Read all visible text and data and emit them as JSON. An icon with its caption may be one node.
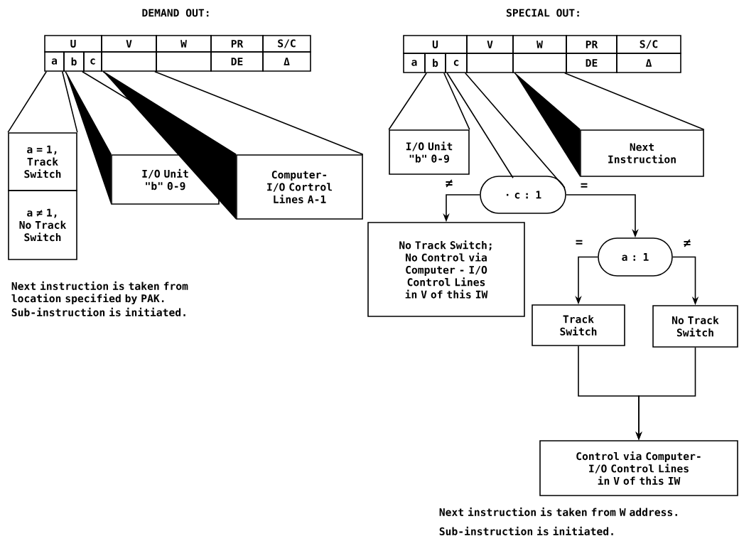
{
  "diagram": {
    "nodes": [
      {
        "text": [
          "U"
        ]
      },
      {
        "text": [
          "V"
        ]
      },
      {
        "text": [
          "W"
        ]
      },
      {
        "text": [
          "PR"
        ]
      },
      {
        "text": [
          "S/C"
        ]
      },
      {
        "text": [
          "a"
        ]
      },
      {
        "text": [
          "b"
        ]
      },
      {
        "text": [
          "c"
        ]
      },
      {
        "text": [],
        "shape": "box"
      },
      {
        "text": [],
        "shape": "box"
      },
      {
        "text": [
          "DE"
        ]
      },
      {
        "text": [
          "Δ"
        ]
      },
      {
        "text": [
          "a = 1, Track Switch"
        ]
      },
      {
        "text": [
          "a ≠ 1, No Track Switch"
        ]
      },
      {
        "text": [
          "I/O Unit \"b\" 0-9"
        ]
      },
      {
        "text": [
          "Computer-I/O Cortrol Lines A-1"
        ]
      },
      {
        "text": [
          "U"
        ]
      },
      {
        "text": [
          "V"
        ]
      },
      {
        "text": [
          "W"
        ]
      },
      {
        "text": [
          "PR"
        ]
      },
      {
        "text": [
          "S/C"
        ]
      },
      {
        "text": [
          "a"
        ]
      },
      {
        "text": [
          "b"
        ]
      },
      {
        "text": [
          "c"
        ]
      },
      {
        "text": [],
        "shape": "box"
      },
      {
        "text": [],
        "shape": "box"
      },
      {
        "text": [
          "DE"
        ]
      },
      {
        "text": [
          "Δ"
        ]
      },
      {
        "text": [
          "I/O Unit \"b\" 0-9"
        ]
      },
      {
        "text": [
          "Next Instruction"
        ]
      },
      {
        "text": [
          "· c : 1"
        ]
      },
      {
        "text": [
          "No Track Switch; No Control via Computer - I/O Control Lines in V of this IW"
        ]
      },
      {
        "text": [
          "a : 1"
        ]
      },
      {
        "text": [
          "Track Switch"
        ]
      },
      {
        "text": [
          "No Track Switch"
        ]
      },
      {
        "text": [
          "Control via Computer- I/O Control Lines in V of this IW"
        ]
      }
    ],
    "edges": [
      {
        "from": 5,
        "to": 12,
        "arrow": "none"
      },
      {
        "from": 6,
        "to": 14,
        "arrow": "none"
      },
      {
        "from": 8,
        "to": 15,
        "arrow": "none"
      },
      {
        "from": 22,
        "to": 28,
        "arrow": "none"
      },
      {
        "from": 25,
        "to": 29,
        "arrow": "none"
      },
      {
        "from": 23,
        "to": 30,
        "arrow": "none"
      },
      {
        "from": 30,
        "to": 31,
        "arrow": "to",
        "label": "≠"
      },
      {
        "from": 30,
        "to": 32,
        "arrow": "to",
        "label": "="
      },
      {
        "from": 32,
        "to": 33,
        "arrow": "to",
        "label": "="
      },
      {
        "from": 32,
        "to": 34,
        "arrow": "to",
        "label": "≠"
      },
      {
        "from": 33,
        "to": 35,
        "arrow": "to"
      },
      {
        "from": 34,
        "to": 35,
        "arrow": "to"
      }
    ],
    "labels": [
      "DEMAND OUT:",
      "SPECIAL OUT:",
      "Next instruction is taken from location specified by PAK.",
      "Sub-instruction is initiated.",
      "Next instruction is taken from W address.",
      "Sub-instruction is initiated."
    ]
  }
}
